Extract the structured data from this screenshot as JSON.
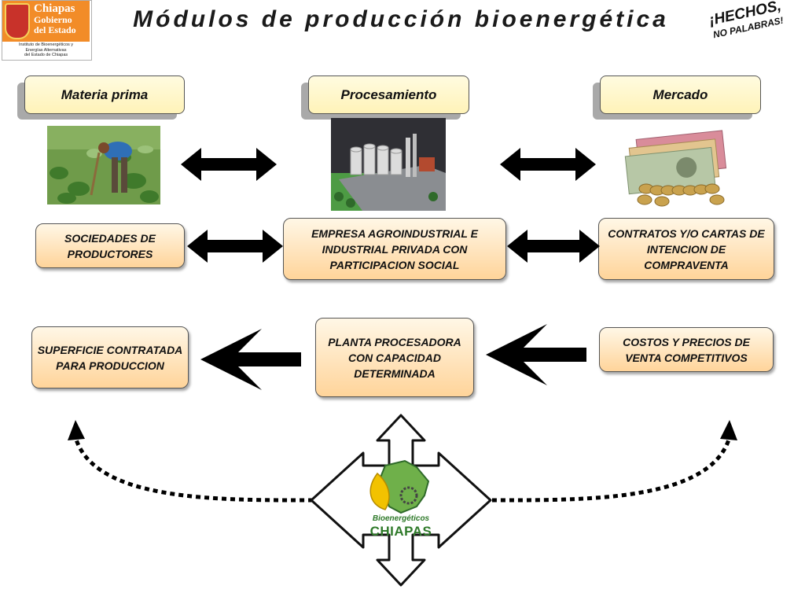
{
  "header": {
    "title": "Módulos de producción bioenergética",
    "logo_left": {
      "name_lines": [
        "Chiapas",
        "Gobierno",
        "del Estado"
      ],
      "institute_lines": [
        "Instituto de Bioenergéticos y",
        "Energías Alternativas",
        "del Estado de Chiapas"
      ]
    },
    "stamp": {
      "line1": "¡HECHOS,",
      "line2": "NO PALABRAS!"
    }
  },
  "categories": {
    "raw": "Materia prima",
    "processing": "Procesamiento",
    "market": "Mercado"
  },
  "boxes": {
    "producers": "SOCIEDADES DE PRODUCTORES",
    "company": "EMPRESA AGROINDUSTRIAL E INDUSTRIAL PRIVADA CON PARTICIPACION SOCIAL",
    "contracts": "CONTRATOS Y/O CARTAS DE INTENCION DE COMPRAVENTA",
    "surface": "SUPERFICIE CONTRATADA PARA PRODUCCION",
    "plant": "PLANTA PROCESADORA CON CAPACIDAD DETERMINADA",
    "costs": "COSTOS Y PRECIOS DE VENTA COMPETITIVOS"
  },
  "center_logo": {
    "line1": "Bioenergéticos",
    "line2": "CHIAPAS"
  },
  "colors": {
    "box_top": "#fff7e6",
    "box_bottom": "#ffd49a",
    "category_fill": "#fff3b8",
    "arrow": "#000000",
    "logo_green": "#3a8f2d",
    "logo_yellow": "#f2c200"
  }
}
